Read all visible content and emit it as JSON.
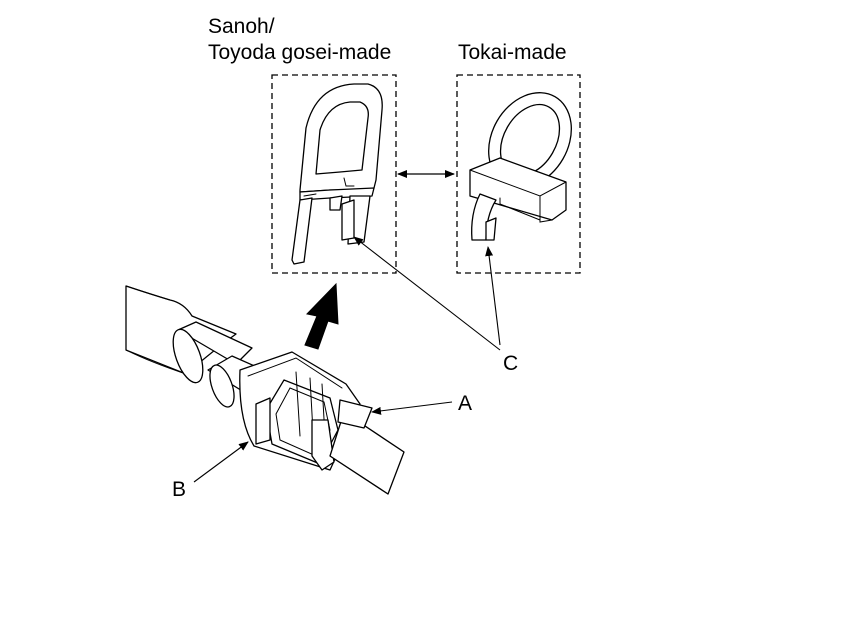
{
  "labels": {
    "sanoh_line1": "Sanoh/",
    "sanoh_line2": "Toyoda gosei-made",
    "tokai": "Tokai-made",
    "a": "A",
    "b": "B",
    "c": "C"
  }
}
